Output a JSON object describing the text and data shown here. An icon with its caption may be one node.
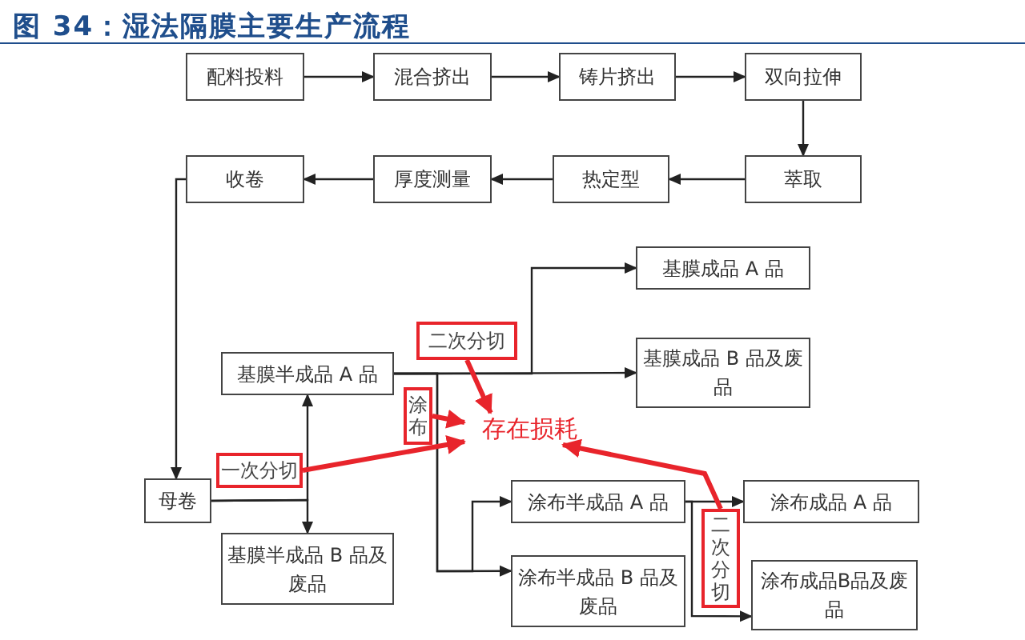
{
  "diagram": {
    "title": "图 34：湿法隔膜主要生产流程",
    "nodes": [
      {
        "text": [
          "配料投料"
        ]
      },
      {
        "text": [
          "混合挤出"
        ]
      },
      {
        "text": [
          "铸片挤出"
        ]
      },
      {
        "text": [
          "双向拉伸"
        ]
      },
      {
        "text": [
          "萃取"
        ]
      },
      {
        "text": [
          "热定型"
        ]
      },
      {
        "text": [
          "厚度测量"
        ]
      },
      {
        "text": [
          "收卷"
        ]
      },
      {
        "text": [
          "母卷"
        ]
      },
      {
        "text": [
          "基膜半成品 A 品"
        ]
      },
      {
        "text": [
          "基膜半成品 B 品及废品"
        ]
      },
      {
        "text": [
          "基膜成品 A 品"
        ]
      },
      {
        "text": [
          "基膜成品 B 品及废品"
        ]
      },
      {
        "text": [
          "涂布半成品 A 品"
        ]
      },
      {
        "text": [
          "涂布半成品 B 品及废品"
        ]
      },
      {
        "text": [
          "涂布成品 A 品"
        ]
      },
      {
        "text": [
          "涂布成品B品及废品"
        ]
      },
      {
        "text": [
          "一次分切"
        ]
      },
      {
        "text": [
          "二次分切"
        ]
      },
      {
        "text": [
          "涂布"
        ]
      },
      {
        "text": [
          "二次分切"
        ]
      },
      {
        "text": [
          "存在损耗"
        ]
      }
    ],
    "edges": [
      {
        "from": 0,
        "to": 1,
        "arrow": "to"
      },
      {
        "from": 1,
        "to": 2,
        "arrow": "to"
      },
      {
        "from": 2,
        "to": 3,
        "arrow": "to"
      },
      {
        "from": 3,
        "to": 4,
        "arrow": "to"
      },
      {
        "from": 4,
        "to": 5,
        "arrow": "to"
      },
      {
        "from": 5,
        "to": 6,
        "arrow": "to"
      },
      {
        "from": 6,
        "to": 7,
        "arrow": "to"
      },
      {
        "from": 7,
        "to": 8,
        "arrow": "to"
      },
      {
        "from": 8,
        "to": 9,
        "arrow": "to"
      },
      {
        "from": 8,
        "to": 10,
        "arrow": "to"
      },
      {
        "from": 9,
        "to": 11,
        "arrow": "to"
      },
      {
        "from": 9,
        "to": 12,
        "arrow": "to"
      },
      {
        "from": 9,
        "to": 13,
        "arrow": "to"
      },
      {
        "from": 9,
        "to": 14,
        "arrow": "to"
      },
      {
        "from": 13,
        "to": 15,
        "arrow": "to"
      },
      {
        "from": 13,
        "to": 16,
        "arrow": "to"
      },
      {
        "from": 17,
        "to": 21,
        "arrow": "to",
        "style": "thick",
        "color": "#e8242b"
      },
      {
        "from": 19,
        "to": 21,
        "arrow": "to",
        "style": "thick",
        "color": "#e8242b"
      },
      {
        "from": 18,
        "to": 21,
        "arrow": "to",
        "style": "thick",
        "color": "#e8242b"
      },
      {
        "from": 20,
        "to": 21,
        "arrow": "to",
        "style": "thick",
        "color": "#e8242b"
      }
    ]
  }
}
